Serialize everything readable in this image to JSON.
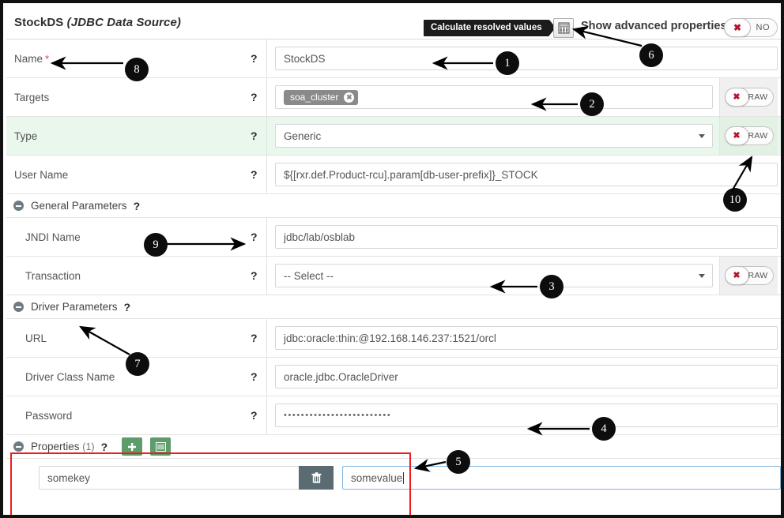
{
  "header": {
    "title_main": "StockDS",
    "title_sub": "(JDBC Data Source)",
    "tooltip": "Calculate resolved values",
    "calc_icon": "calculator-icon",
    "advanced_label": "Show advanced properties",
    "advanced_toggle_value": "NO",
    "advanced_toggle_mark": "✖"
  },
  "raw": {
    "label": "RAW",
    "mark": "✖"
  },
  "help": "?",
  "rows": [
    {
      "label": "Name",
      "required": true,
      "value": "StockDS"
    },
    {
      "label": "Targets",
      "required": false,
      "chip": "soa_cluster",
      "chip_close": "✖"
    },
    {
      "label": "Type",
      "required": false,
      "value": "Generic"
    },
    {
      "label": "User Name",
      "required": false,
      "value": "${[rxr.def.Product-rcu].param[db-user-prefix]}_STOCK"
    }
  ],
  "general_section": {
    "title": "General Parameters"
  },
  "general_rows": [
    {
      "label": "JNDI Name",
      "value": "jdbc/lab/osblab"
    },
    {
      "label": "Transaction",
      "value": "-- Select --"
    }
  ],
  "driver_section": {
    "title": "Driver Parameters"
  },
  "driver_rows": [
    {
      "label": "URL",
      "value": "jdbc:oracle:thin:@192.168.146.237:1521/orcl"
    },
    {
      "label": "Driver Class Name",
      "value": "oracle.jdbc.OracleDriver"
    },
    {
      "label": "Password",
      "value": "•••••••••••••••••••••••••"
    }
  ],
  "properties_section": {
    "title": "Properties",
    "count": "(1)",
    "add_icon": "plus-icon",
    "list_icon": "list-icon"
  },
  "property_row": {
    "key": "somekey",
    "value": "somevalue",
    "delete_icon": "trash-icon"
  },
  "annotations": [
    {
      "n": "1"
    },
    {
      "n": "2"
    },
    {
      "n": "3"
    },
    {
      "n": "4"
    },
    {
      "n": "5"
    },
    {
      "n": "6"
    },
    {
      "n": "7"
    },
    {
      "n": "8"
    },
    {
      "n": "9"
    },
    {
      "n": "10"
    }
  ],
  "colors": {
    "accent_green": "#5d9c6b",
    "highlight_row": "#eaf7ec",
    "callout_red": "#ee1c1c",
    "focus_blue": "#7fb4e0",
    "required_red": "#e03b3b",
    "raw_x_red": "#b5132c"
  }
}
